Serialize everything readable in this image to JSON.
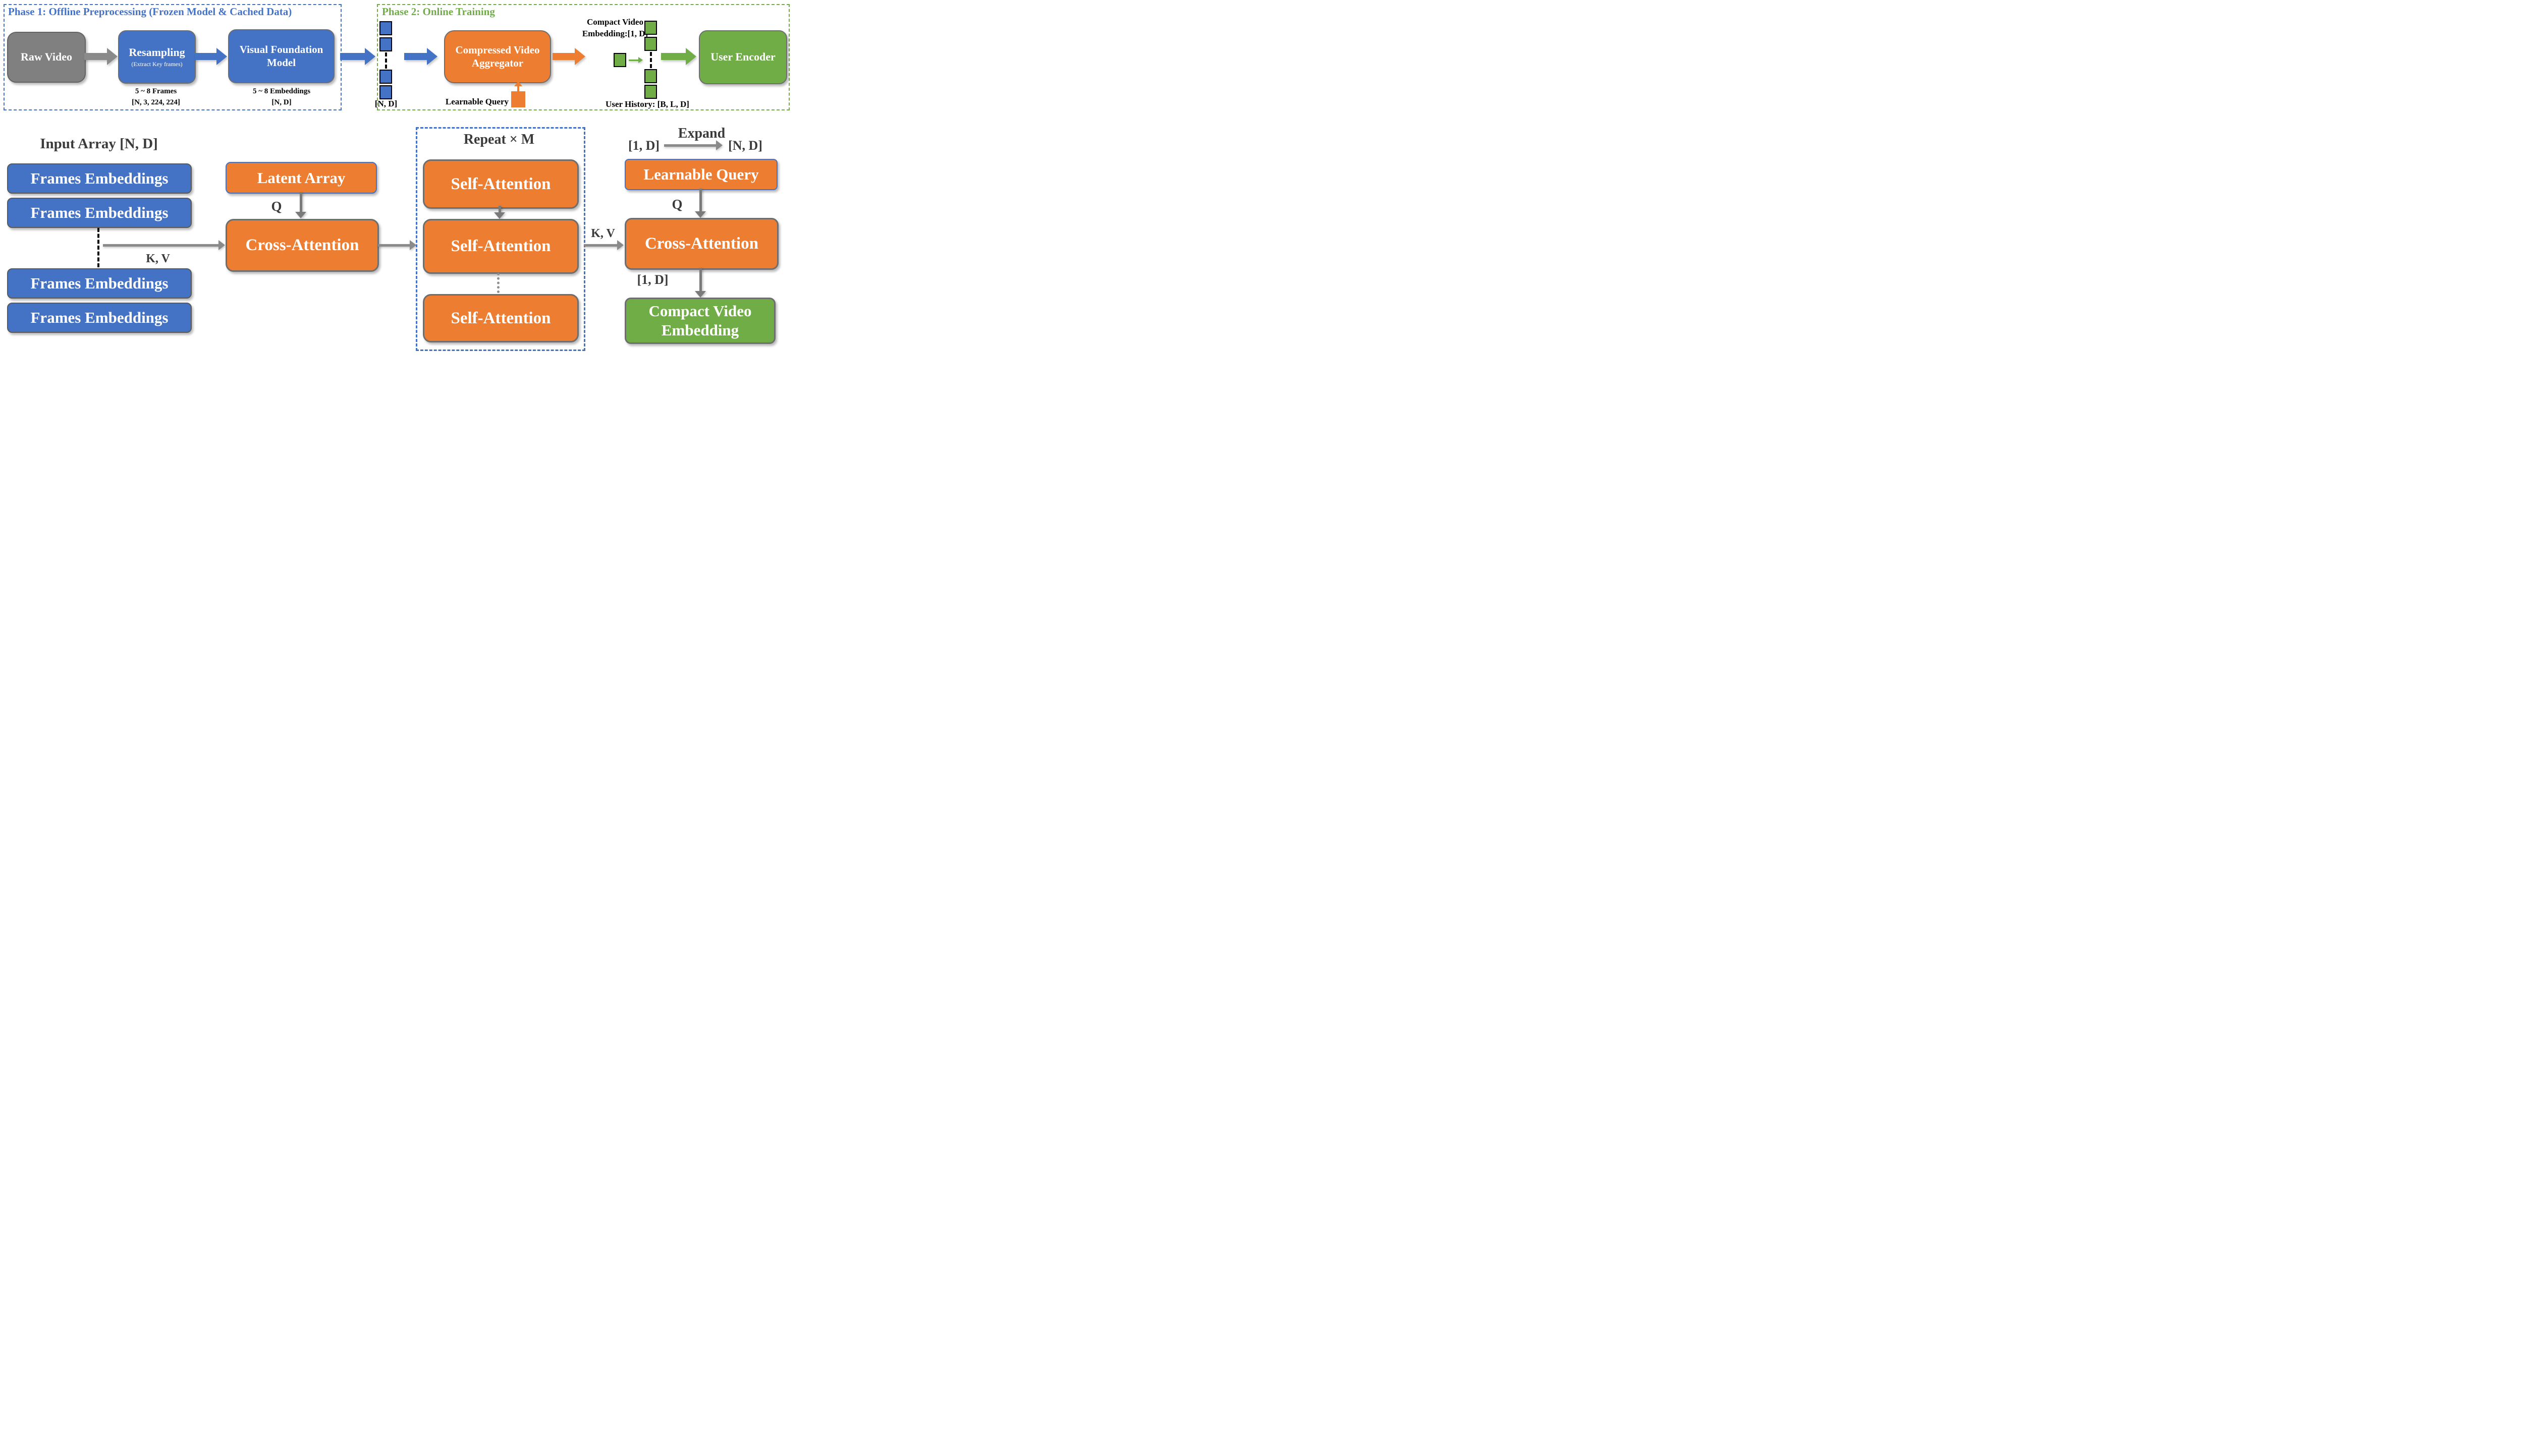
{
  "figure": {
    "phase1": {
      "title": "Phase 1: Offline Preprocessing (Frozen Model & Cached Data)",
      "raw_video_label": "Raw Video",
      "resampling_label": "Resampling",
      "resampling_sublabel": "(Extract Key frames)",
      "foundation_model_label": "Visual Foundation Model",
      "frames_caption": {
        "line1": "5 ~ 8 Frames",
        "line2": "[N, 3, 224, 224]"
      },
      "embeddings_caption": {
        "line1": "5 ~ 8 Embeddings",
        "line2": "[N, D]"
      }
    },
    "phase2": {
      "title": "Phase 2: Online Training",
      "frame_tokens_label": "[N, D]",
      "aggregator_label": "Compressed Video Aggregator",
      "learnable_query_label": "Learnable Query",
      "compact_embedding_caption": {
        "line1": "Compact Video",
        "line2": "Embedding:[1, D]"
      },
      "user_history_label": "User History: [B, L, D]",
      "user_encoder_label": "User Encoder"
    },
    "aggregator_detail": {
      "input_array_title": "Input Array [N, D]",
      "frames_embeddings_labels": [
        "Frames Embeddings",
        "Frames Embeddings",
        "Frames Embeddings",
        "Frames Embeddings"
      ],
      "kv_left_label": "K, V",
      "latent_array_label": "Latent Array",
      "q_left_label": "Q",
      "cross_attention_left_label": "Cross-Attention",
      "repeat_label": "Repeat × M",
      "self_attention_labels": [
        "Self-Attention",
        "Self-Attention",
        "Self-Attention"
      ],
      "kv_right_label": "K, V",
      "expand_label": "Expand",
      "expand_from_label": "[1, D]",
      "expand_to_label": "[N, D]",
      "learnable_query_label": "Learnable Query",
      "q_right_label": "Q",
      "cross_attention_right_label": "Cross-Attention",
      "output_dim_label": "[1, D]",
      "compact_video_embedding_label": "Compact Video Embedding"
    },
    "colors": {
      "blue": "#4472C4",
      "orange": "#ED7D31",
      "green": "#70AD47",
      "gray": "#808080",
      "dark_text": "#3B3B3B",
      "black_text": "#000000"
    }
  }
}
